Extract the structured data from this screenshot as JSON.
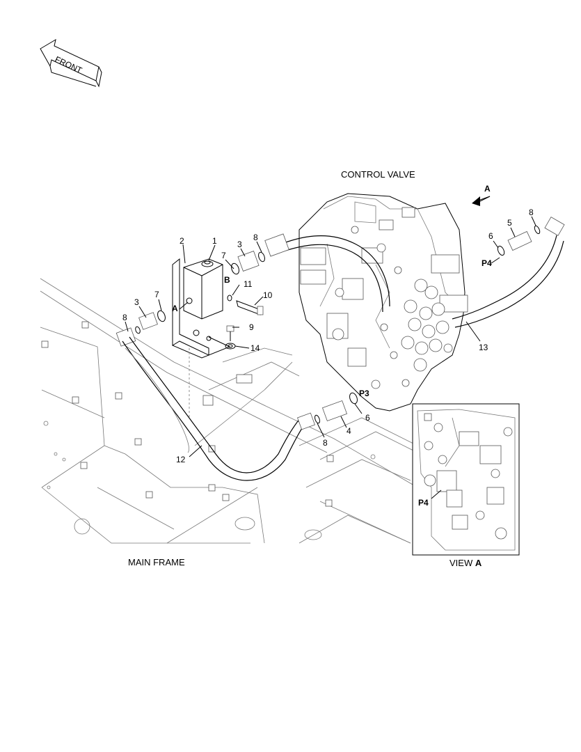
{
  "front_arrow": {
    "label": "FRONT"
  },
  "captions": {
    "control_valve": "CONTROL VALVE",
    "main_frame": "MAIN FRAME",
    "view_a_prefix": "VIEW ",
    "view_a_letter": "A"
  },
  "view_markers": {
    "a_top": "A",
    "a_side": "A",
    "b_side": "B"
  },
  "ports": {
    "p3": "P3",
    "p4": "P4",
    "p4_view": "P4"
  },
  "part_numbers": {
    "n1": "1",
    "n2": "2",
    "n3_top": "3",
    "n3_left": "3",
    "n4": "4",
    "n5": "5",
    "n6_top": "6",
    "n6_bottom": "6",
    "n7_top": "7",
    "n7_left": "7",
    "n8_top": "8",
    "n8_right": "8",
    "n8_left": "8",
    "n8_bottom": "8",
    "n9": "9",
    "n10": "10",
    "n11": "11",
    "n12": "12",
    "n13": "13",
    "n14": "14"
  }
}
